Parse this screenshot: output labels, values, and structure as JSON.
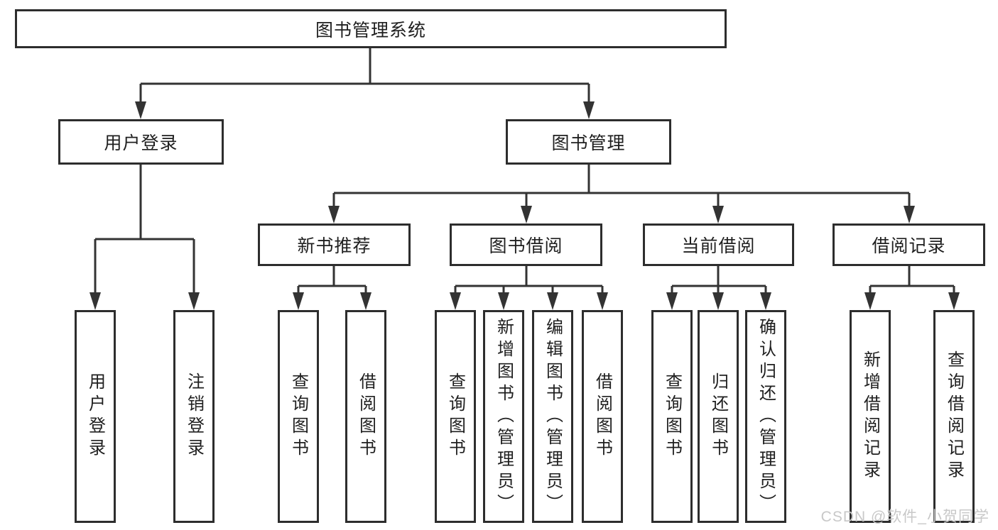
{
  "tree": {
    "label": "图书管理系统",
    "children": [
      {
        "label": "用户登录",
        "children": [
          {
            "label": "用户登录"
          },
          {
            "label": "注销登录"
          }
        ]
      },
      {
        "label": "图书管理",
        "children": [
          {
            "label": "新书推荐",
            "children": [
              {
                "label": "查询图书"
              },
              {
                "label": "借阅图书"
              }
            ]
          },
          {
            "label": "图书借阅",
            "children": [
              {
                "label": "查询图书"
              },
              {
                "label": "新增图书（管理员）"
              },
              {
                "label": "编辑图书（管理员）"
              },
              {
                "label": "借阅图书"
              }
            ]
          },
          {
            "label": "当前借阅",
            "children": [
              {
                "label": "查询图书"
              },
              {
                "label": "归还图书"
              },
              {
                "label": "确认归还（管理员）"
              }
            ]
          },
          {
            "label": "借阅记录",
            "children": [
              {
                "label": "新增借阅记录"
              },
              {
                "label": "查询借阅记录"
              }
            ]
          }
        ]
      }
    ]
  },
  "watermark": "CSDN @软件_小贺同学",
  "colors": {
    "line": "#333333",
    "box_border": "#2d2d2d",
    "text": "#1f1f1f",
    "watermark": "#c8c8c8",
    "background": "#ffffff"
  }
}
